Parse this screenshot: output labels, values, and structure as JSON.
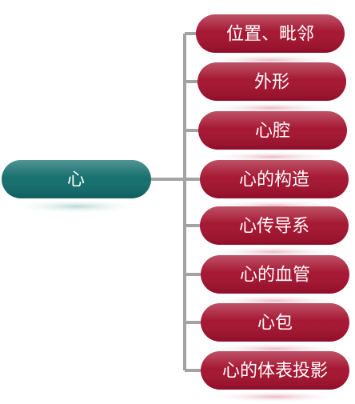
{
  "root": {
    "label": "心"
  },
  "branches": [
    {
      "label": "位置、毗邻"
    },
    {
      "label": "外形"
    },
    {
      "label": "心腔"
    },
    {
      "label": "心的构造"
    },
    {
      "label": "心传导系"
    },
    {
      "label": "心的血管"
    },
    {
      "label": "心包"
    },
    {
      "label": "心的体表投影"
    }
  ],
  "colors": {
    "root_fill": "#0f6b6a",
    "branch_fill": "#a30f2c",
    "connector": "#a3a3a3"
  }
}
